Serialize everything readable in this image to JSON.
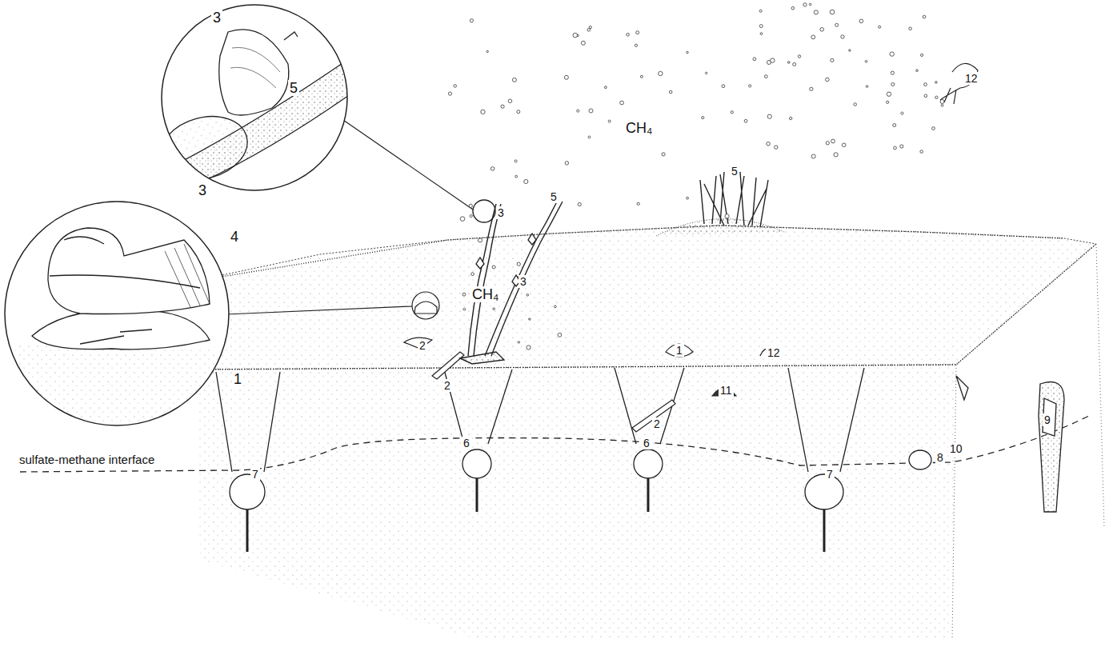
{
  "diagram": {
    "labels": [
      "3",
      "5",
      "3",
      "4",
      "1",
      "3",
      "5",
      "3",
      "CH₄",
      "CH₄",
      "5",
      "12",
      "2",
      "2",
      "2",
      "1",
      "12",
      "11",
      "6",
      "6",
      "7",
      "7",
      "8",
      "9",
      "10",
      "sulfate-methane interface"
    ]
  }
}
